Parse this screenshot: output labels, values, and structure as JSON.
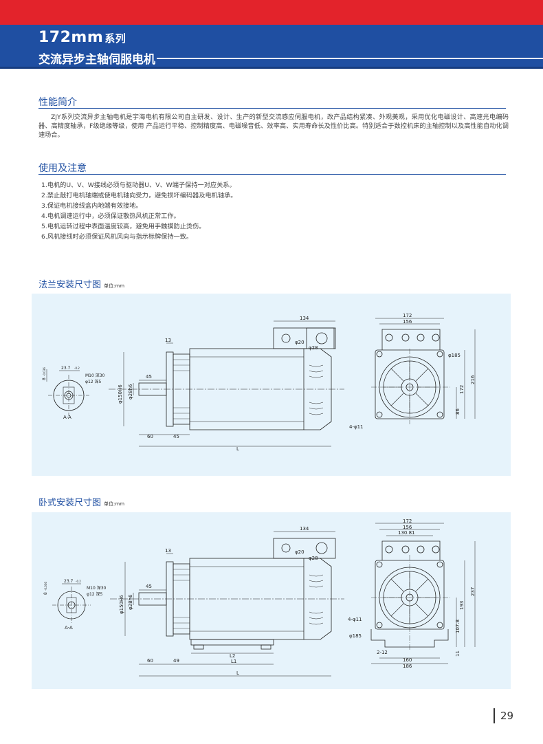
{
  "header": {
    "model": "172mm",
    "series_suffix": "系列",
    "subtitle": "交流异步主轴伺服电机"
  },
  "intro": {
    "heading": "性能简介",
    "text": "ZJY系列交流异步主轴电机是宇海电机有限公司自主研发、设计、生产的新型交流感应伺服电机，改产品结构紧凑、外观美观，采用优化电磁设计、高速光电编码器、高精度轴承，F级绝缘等级，使用 产品运行平稳、控制精度高、电磁噪音低、效率高、实用寿命长及性价比高。特别适合于数控机床的主轴控制以及高性能自动化调速场合。"
  },
  "notes": {
    "heading": "使用及注意",
    "items": [
      "1.电机的U、V、W接线必须与驱动器U、V、W端子保持一对应关系。",
      "2.禁止敲打电机轴端或使电机轴向受力，避免损坏编码器及电机轴承。",
      "3.保证电机接线盒内地端有效接地。",
      "4.电机调速运行中，必须保证散热风机正常工作。",
      "5.电机运转过程中表面温度较高，避免用手触摸防止烫伤。",
      "6.风机接线时必须保证风机风向与指示标牌保持一致。"
    ]
  },
  "figure1": {
    "title": "法兰安装尺寸图",
    "unit": "单位:mm",
    "section": {
      "label": "A-A",
      "key_width": "23.7",
      "key_tol": "-0.2",
      "key_h": "8",
      "key_h_tol": "-0.036",
      "thread": "M10 深30",
      "bore": "φ12 深5"
    },
    "side": {
      "dim_134": "134",
      "dim_13": "13",
      "dim_20": "φ20",
      "dim_28": "φ28",
      "dim_45": "45",
      "dim_150h6": "φ150H6",
      "dim_28h6": "φ28h6",
      "dim_60": "60",
      "dim_45b": "45",
      "dim_L": "L"
    },
    "front": {
      "dim_172": "172",
      "dim_156": "156",
      "dim_185": "φ185",
      "dim_216": "216",
      "dim_172v": "172",
      "dim_86": "86",
      "holes": "4-φ11"
    }
  },
  "figure2": {
    "title": "卧式安装尺寸图",
    "unit": "单位:mm",
    "section": {
      "label": "A-A",
      "key_width": "23.7",
      "key_tol": "-0.2",
      "key_h": "8",
      "key_h_tol": "-0.036",
      "thread": "M10 深30",
      "bore": "φ12 深5"
    },
    "side": {
      "dim_134": "134",
      "dim_13": "13",
      "dim_20": "φ20",
      "dim_28": "φ28",
      "dim_45": "45",
      "dim_150h6": "φ150H6",
      "dim_28h6": "φ28h6",
      "dim_60": "60",
      "dim_49": "49",
      "dim_L2": "L2",
      "dim_L1": "L1",
      "dim_L": "L"
    },
    "front": {
      "dim_172": "172",
      "dim_156": "156",
      "dim_13081": "130.81",
      "holes": "4-φ11",
      "dim_185": "φ185",
      "dim_237": "237",
      "dim_193": "193",
      "dim_1078": "107.8",
      "dim_11": "11",
      "dim_212": "2-12",
      "dim_160": "160",
      "dim_186": "186"
    }
  },
  "page_number": "29"
}
